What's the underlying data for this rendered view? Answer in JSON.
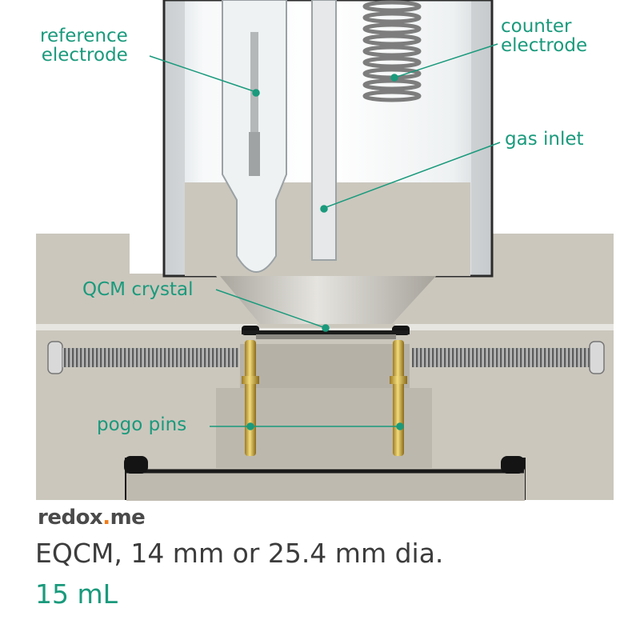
{
  "labels": {
    "reference_electrode": "reference\nelectrode",
    "counter_electrode": "counter\nelectrode",
    "gas_inlet": "gas inlet",
    "qcm_crystal": "QCM crystal",
    "pogo_pins": "pogo pins"
  },
  "footer": {
    "brand_prefix": "redox",
    "brand_dot": ".",
    "brand_suffix": "me",
    "product": "EQCM, 14 mm or 25.4 mm dia.",
    "volume": "15 mL"
  },
  "colors": {
    "accent": "#1a9a7c",
    "brand_dot": "#f07c1a",
    "body_metal": "#cbc7bd",
    "brass": "#c9a640"
  }
}
